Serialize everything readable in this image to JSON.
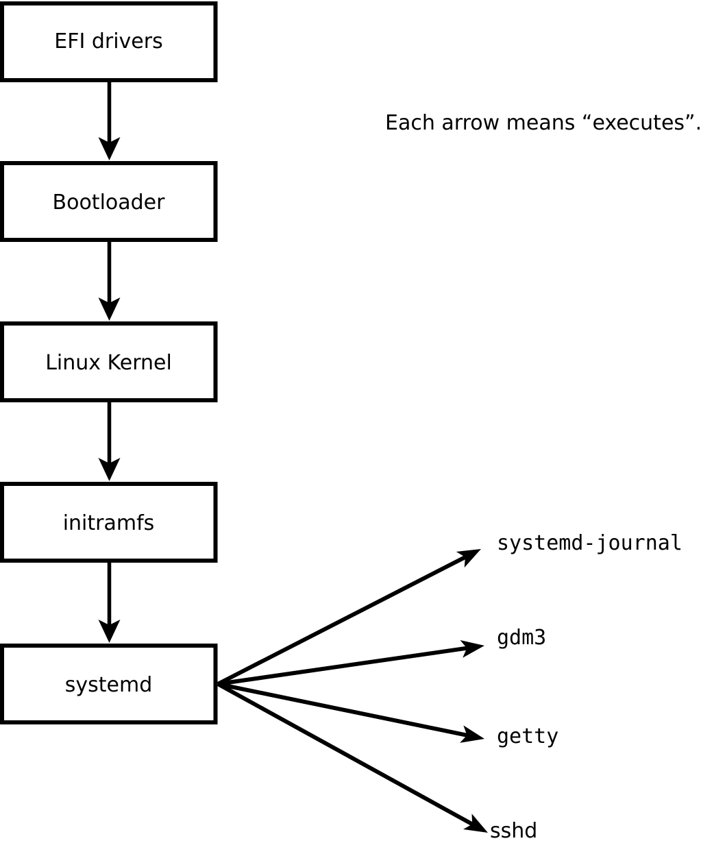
{
  "diagram": {
    "note": "Each arrow means “executes”.",
    "boot_chain": [
      "EFI drivers",
      "Bootloader",
      "Linux Kernel",
      "initramfs",
      "systemd"
    ],
    "services": [
      "systemd-journal",
      "gdm3",
      "getty",
      "sshd"
    ],
    "colors": {
      "line": "#000000",
      "text": "#000000",
      "box_fill": "#ffffff",
      "background": "#ffffff"
    }
  }
}
